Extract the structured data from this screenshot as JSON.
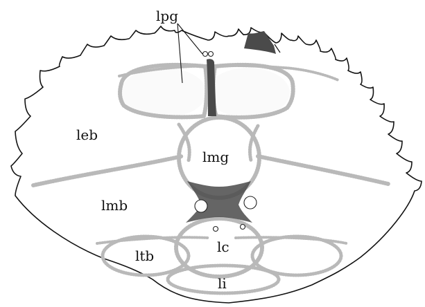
{
  "figure": {
    "labels": {
      "lpg": "lpg",
      "leb": "leb",
      "lmg": "lmg",
      "lmb": "lmb",
      "lc": "lc",
      "ltb": "ltb",
      "li": "li"
    }
  }
}
